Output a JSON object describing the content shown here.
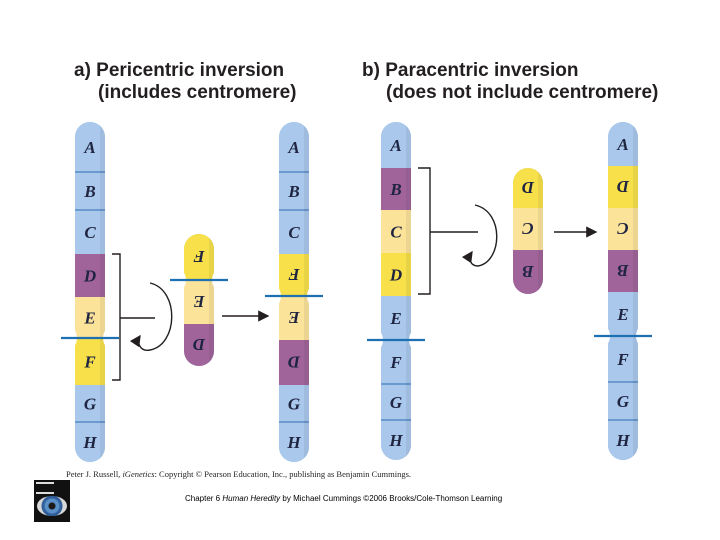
{
  "panel_a": {
    "title": "a) Pericentric inversion",
    "subtitle": "(includes centromere)",
    "before": [
      "A",
      "B",
      "C",
      "D",
      "E",
      "F",
      "G",
      "H"
    ],
    "inverted": [
      "F",
      "E",
      "D"
    ],
    "after": [
      "A",
      "B",
      "C",
      "F",
      "E",
      "D",
      "G",
      "H"
    ]
  },
  "panel_b": {
    "title": "b) Paracentric inversion",
    "subtitle": "(does not include centromere)",
    "before": [
      "A",
      "B",
      "C",
      "D",
      "E",
      "F",
      "G",
      "H"
    ],
    "inverted": [
      "D",
      "C",
      "B"
    ],
    "after": [
      "A",
      "D",
      "C",
      "B",
      "E",
      "F",
      "G",
      "H"
    ]
  },
  "credit": {
    "author": "Peter J. Russell, ",
    "book": "iGenetics",
    "rest": ": Copyright © Pearson Education, Inc., publishing as Benjamin Cummings."
  },
  "footer": {
    "prefix": "Chapter 6 ",
    "book": "Human Heredity",
    "suffix": " by Michael Cummings ©2006 Brooks/Cole-Thomson Learning"
  },
  "colors": {
    "blue": "#a9c8ec",
    "blue_dark": "#7ea6d6",
    "yellow": "#f7e04a",
    "cream": "#fbe39a",
    "purple": "#a0649b",
    "band_line": "#2b6cb0",
    "centromere": "#1f6fb3",
    "label": "#1f2440"
  }
}
